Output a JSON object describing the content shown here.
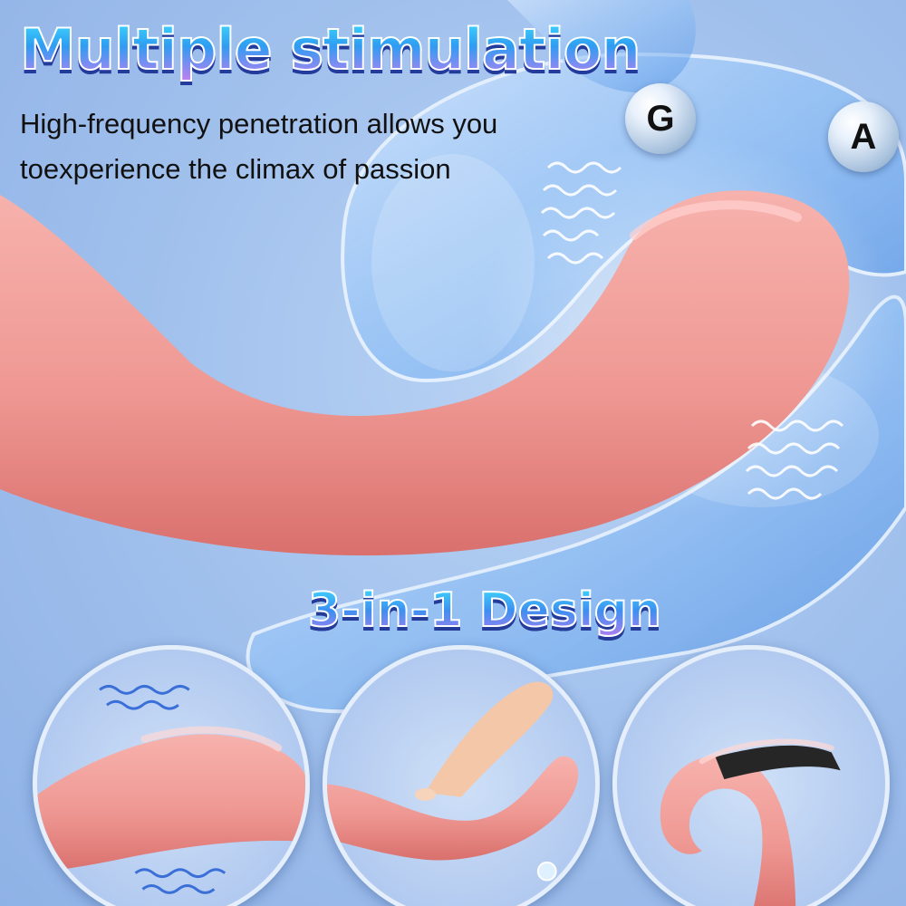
{
  "headline": "Multiple stimulation",
  "subtext": {
    "line1": "High-frequency penetration allows you",
    "line2": "toexperience the climax of passion"
  },
  "markers": {
    "g": "G",
    "a": "A"
  },
  "midtitle": "3-in-1 Design",
  "colors": {
    "background": "#a9c6ef",
    "product_pink": "#f09b98",
    "water_blue": "#7fb3f2",
    "title_gradient_top": "#3fe3ff",
    "title_gradient_bottom": "#c77ff0"
  }
}
